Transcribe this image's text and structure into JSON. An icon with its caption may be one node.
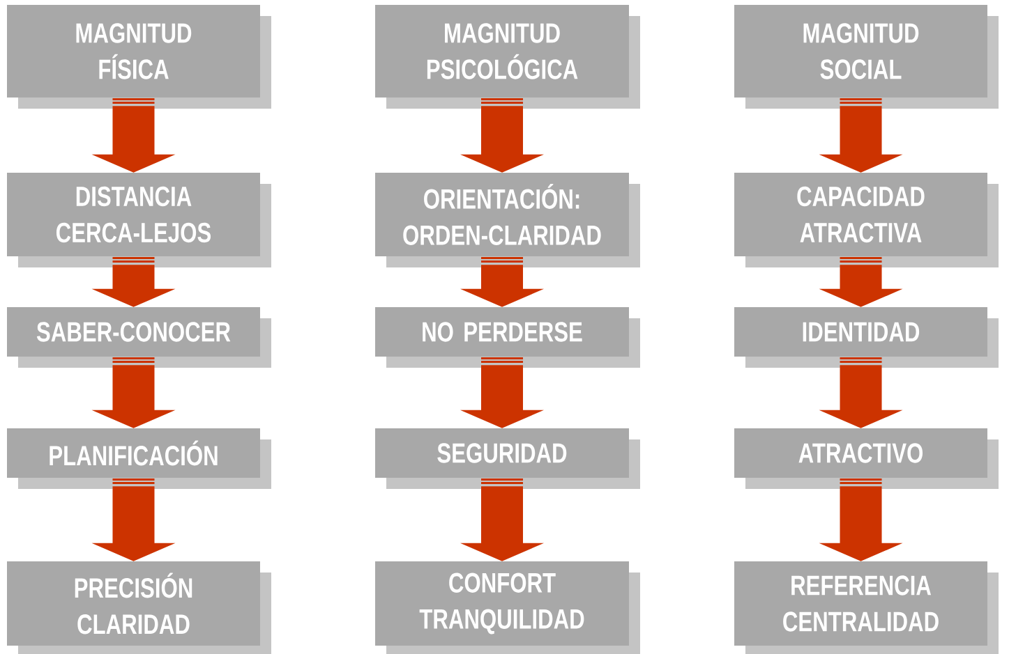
{
  "diagram": {
    "nodes": [
      {
        "text": [
          "MAGNITUD FÍSICA"
        ]
      },
      {
        "text": [
          "MAGNITUD PSICOLÓGICA"
        ]
      },
      {
        "text": [
          "MAGNITUD SOCIAL"
        ]
      },
      {
        "text": [
          "DISTANCIA CERCA-LEJOS"
        ]
      },
      {
        "text": [
          "ORIENTACIÓN: ORDEN-CLARIDAD"
        ]
      },
      {
        "text": [
          "CAPACIDAD ATRACTIVA"
        ]
      },
      {
        "text": [
          "SABER-CONOCER"
        ]
      },
      {
        "text": [
          "NO PERDERSE"
        ]
      },
      {
        "text": [
          "IDENTIDAD"
        ]
      },
      {
        "text": [
          "PLANIFICACIÓN"
        ]
      },
      {
        "text": [
          "SEGURIDAD"
        ]
      },
      {
        "text": [
          "ATRACTIVO"
        ]
      },
      {
        "text": [
          "PRECISIÓN CLARIDAD"
        ]
      },
      {
        "text": [
          "CONFORT TRANQUILIDAD"
        ]
      },
      {
        "text": [
          "REFERENCIA CENTRALIDAD"
        ]
      }
    ],
    "edges": [
      {
        "from": 0,
        "to": 3,
        "arrow": "to"
      },
      {
        "from": 1,
        "to": 4,
        "arrow": "to"
      },
      {
        "from": 2,
        "to": 5,
        "arrow": "to"
      },
      {
        "from": 3,
        "to": 6,
        "arrow": "to"
      },
      {
        "from": 4,
        "to": 7,
        "arrow": "to"
      },
      {
        "from": 5,
        "to": 8,
        "arrow": "to"
      },
      {
        "from": 6,
        "to": 9,
        "arrow": "to"
      },
      {
        "from": 7,
        "to": 10,
        "arrow": "to"
      },
      {
        "from": 8,
        "to": 11,
        "arrow": "to"
      },
      {
        "from": 9,
        "to": 12,
        "arrow": "to"
      },
      {
        "from": 10,
        "to": 13,
        "arrow": "to"
      },
      {
        "from": 11,
        "to": 14,
        "arrow": "to"
      }
    ]
  }
}
